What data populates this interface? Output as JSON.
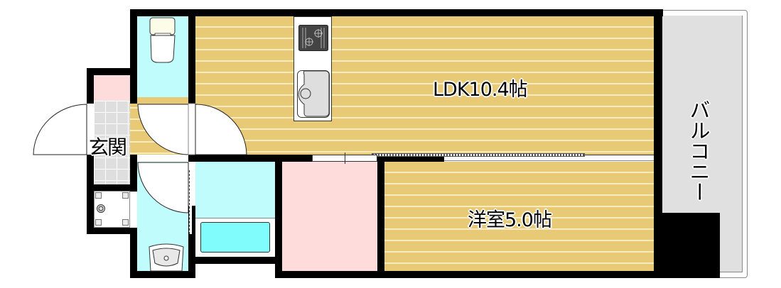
{
  "floorplan": {
    "rooms": {
      "ldk": {
        "label": "LDK10.4帖",
        "type": "living-dining-kitchen",
        "size_jo": 10.4
      },
      "western": {
        "label": "洋室5.0帖",
        "type": "western-room",
        "size_jo": 5.0
      },
      "entrance": {
        "label": "玄関",
        "type": "entrance"
      },
      "balcony": {
        "label": "バルコニー",
        "type": "balcony"
      },
      "toilet": {
        "type": "toilet"
      },
      "washroom": {
        "type": "washroom"
      },
      "bathroom": {
        "type": "bathroom"
      },
      "closet": {
        "type": "closet"
      }
    },
    "colors": {
      "wall": "#000000",
      "wood_floor": "#e8c975",
      "wood_line": "#f8ebc0",
      "wet_area": "#c0fcfc",
      "bathtub": "#80fcfc",
      "closet": "#ffdcdc",
      "entrance_tile": "#dedede",
      "balcony": "#e0e0e0"
    }
  }
}
